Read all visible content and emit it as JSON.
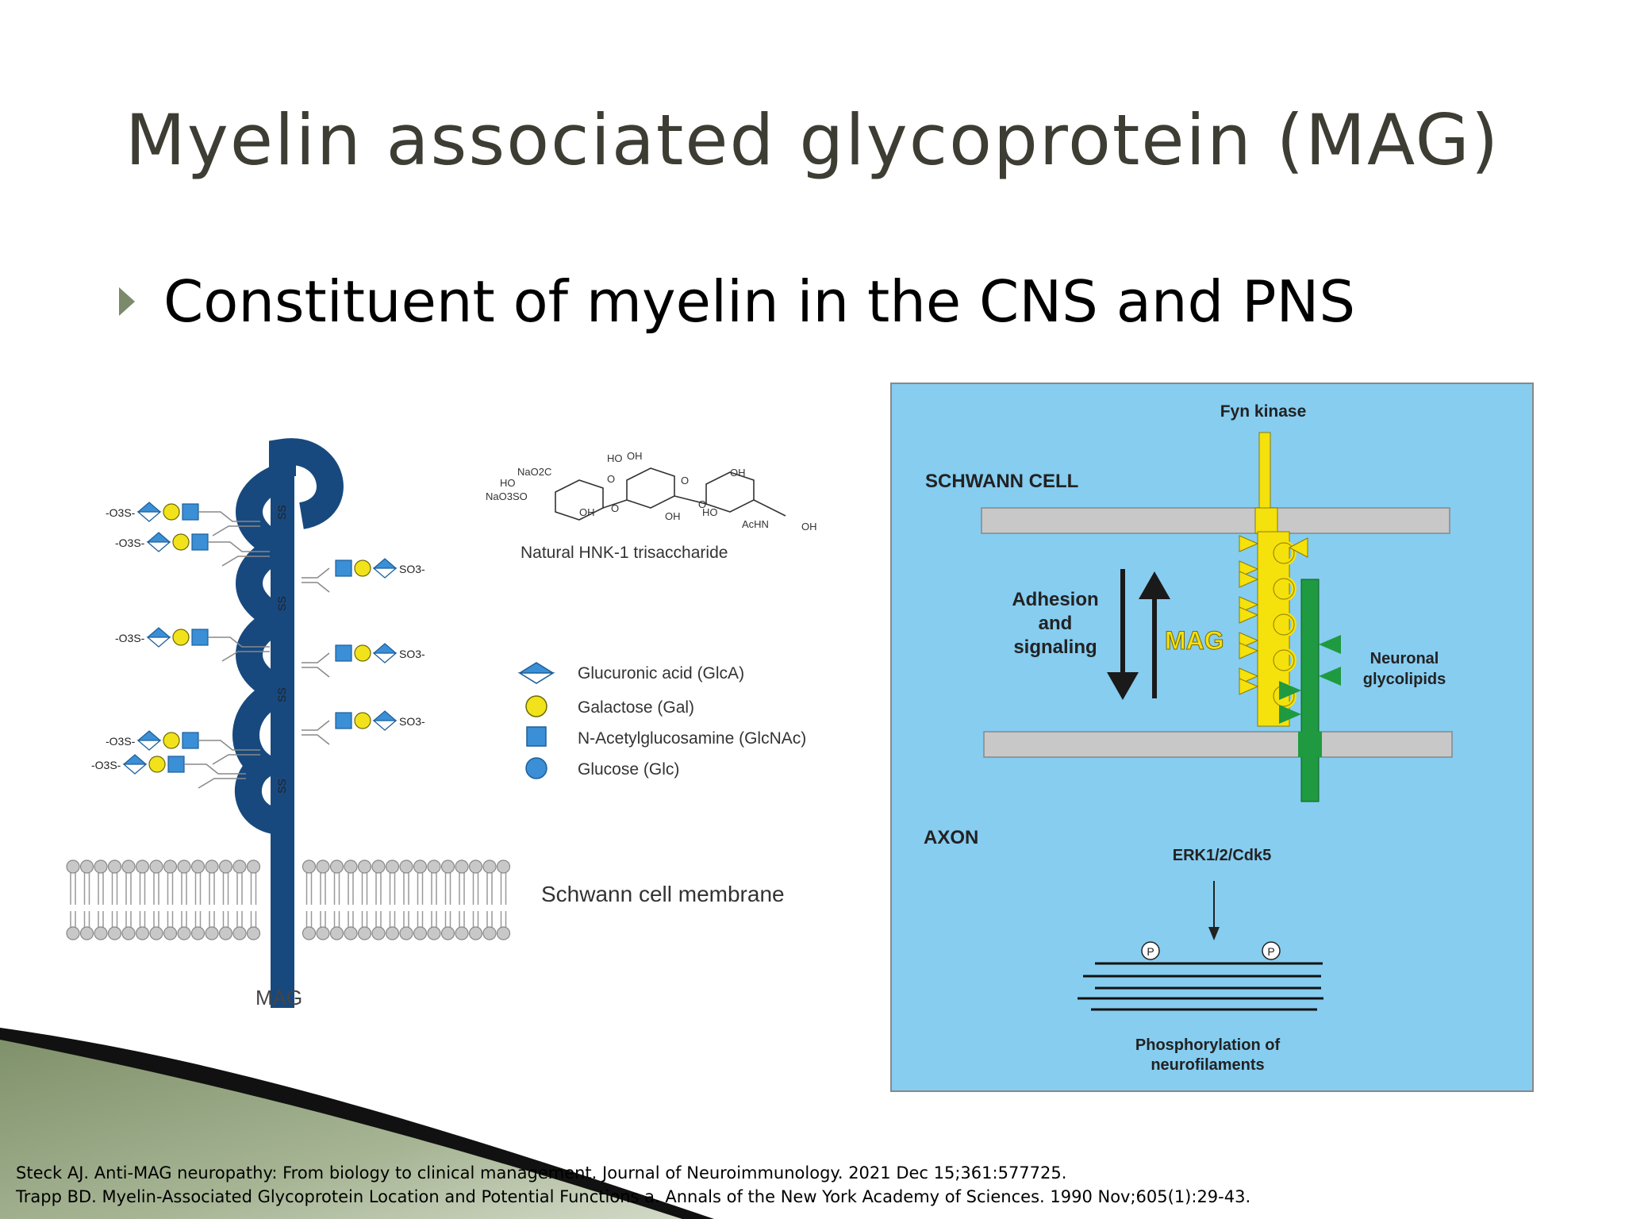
{
  "slide": {
    "title": "Myelin associated glycoprotein (MAG)",
    "bullet": "Constituent of myelin in the CNS and PNS"
  },
  "left_figure": {
    "disulfide_label": "SS",
    "protein_label": "MAG",
    "membrane_label": "Schwann cell membrane",
    "sulfate_left": "O3S",
    "sulfate_right": "SO3",
    "trisaccharide_caption": "Natural HNK-1 trisaccharide",
    "chem_labels": [
      "NaO2C",
      "HO",
      "NaO3SO",
      "HO",
      "OH",
      "OH",
      "O",
      "O",
      "O",
      "O",
      "OH",
      "OH",
      "HO",
      "AcHN",
      "OH"
    ],
    "legend": [
      {
        "shape": "diamond",
        "label": "Glucuronic acid (GlcA)"
      },
      {
        "shape": "circle",
        "label": "Galactose (Gal)"
      },
      {
        "shape": "square",
        "label": "N-Acetylglucosamine (GlcNAc)"
      },
      {
        "shape": "blue-circle",
        "label": "Glucose (Glc)"
      }
    ],
    "colors": {
      "protein": "#17497f",
      "glycan_blue": "#3a8fd6",
      "glycan_yellow": "#f2e21c"
    }
  },
  "right_figure": {
    "background": "#86cdf0",
    "fyn_label": "Fyn kinase",
    "schwann_label": "SCHWANN CELL",
    "axon_label": "AXON",
    "adhesion_label": [
      "Adhesion",
      "and",
      "signaling"
    ],
    "mag_label": "MAG",
    "glycolipids_label": [
      "Neuronal",
      "glycolipids"
    ],
    "erk_label": "ERK1/2/Cdk5",
    "phospho_marker": "P",
    "phospho_label": [
      "Phosphorylation of",
      "neurofilaments"
    ],
    "colors": {
      "mag": "#f5e10c",
      "glycolipid": "#1f9a40",
      "membrane": "#c8c8c8"
    }
  },
  "references": [
    "Steck AJ. Anti-MAG neuropathy: From biology to clinical management. Journal of Neuroimmunology. 2021 Dec 15;361:577725.",
    "Trapp BD. Myelin-Associated Glycoprotein Location and Potential Functions a. Annals of the New York Academy of Sciences. 1990 Nov;605(1):29-43."
  ]
}
